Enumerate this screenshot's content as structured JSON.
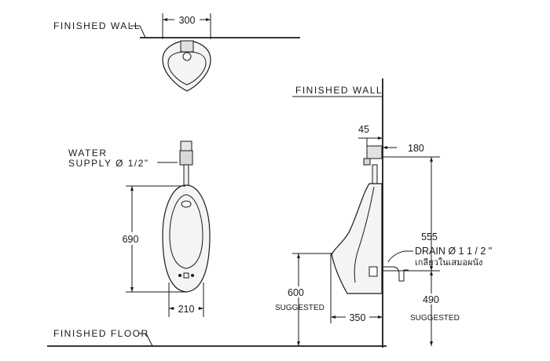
{
  "labels": {
    "finished_wall_top": "FINISHED WALL",
    "finished_wall_side": "FINISHED WALL",
    "finished_floor": "FINISHED FLOOR",
    "water_supply_line1": "WATER",
    "water_supply_line2": "SUPPLY Ø 1/2\"",
    "drain_line1": "DRAIN Ø 1 1 / 2 \"",
    "drain_line2": "เกลียวในเสมอผนัง",
    "suggested_600": "SUGGESTED",
    "suggested_490": "SUGGESTED"
  },
  "dimensions": {
    "top_width": "300",
    "front_height": "690",
    "front_base_width": "210",
    "side_valve_offset": "45",
    "side_projection": "180",
    "side_height_555": "555",
    "side_rim_600": "600",
    "side_drain_490": "490",
    "side_base_350": "350"
  }
}
